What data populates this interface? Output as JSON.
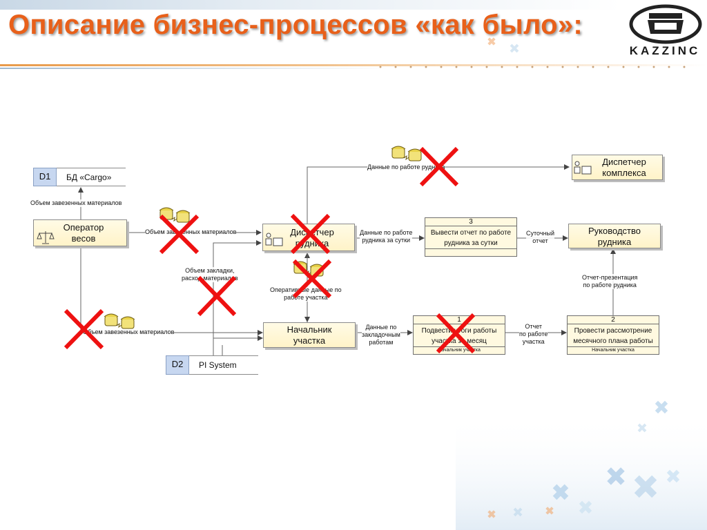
{
  "slide": {
    "title": "Описание бизнес-процессов «как было»:",
    "logo_text": "KAZZINC"
  },
  "diagram": {
    "entities": {
      "dispatcher_complex": [
        "Диспетчер",
        "комплекса"
      ],
      "operator": [
        "Оператор",
        "весов"
      ],
      "dispatcher_mine": [
        "Диспетчер",
        "рудника"
      ],
      "mine_management": [
        "Руководство",
        "рудника"
      ],
      "section_chief": [
        "Начальник",
        "участка"
      ]
    },
    "stores": {
      "d1": {
        "id": "D1",
        "name": "БД «Cargo»"
      },
      "d2": {
        "id": "D2",
        "name": "PI System"
      }
    },
    "processes": {
      "p3": {
        "number": "3",
        "title": "Вывести отчет по работе рудника за сутки",
        "owner": ""
      },
      "p1": {
        "number": "1",
        "title": "Подвести итоги работы участка за месяц",
        "owner": "Начальник участка"
      },
      "p2": {
        "number": "2",
        "title": "Провести рассмотрение месячного плана работы",
        "owner": "Начальник участка"
      }
    },
    "flows": {
      "to_complex": "Данные по работе рудника",
      "to_d1": "Объем завезенных материалов",
      "op_to_disp": "Объем завезенных материалов",
      "pi_to_disp": [
        "Объем закладки,",
        "расход материалов"
      ],
      "disp_to_p3": [
        "Данные по работе",
        "рудника за сутки"
      ],
      "p3_to_mgmt": [
        "Суточный",
        "отчет"
      ],
      "disp_chief": [
        "Оперативные данные по",
        "работе участка"
      ],
      "op_to_chief": "Объем завезенных материалов",
      "chief_to_p1": [
        "Данные по",
        "закладочным",
        "работам"
      ],
      "p1_to_p2": [
        "Отчет",
        "по работе",
        "участка"
      ],
      "p2_to_mgmt": [
        "Отчет-презентация",
        "по работе рудника"
      ]
    }
  }
}
